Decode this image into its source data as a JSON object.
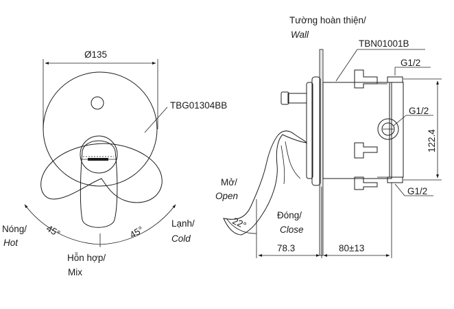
{
  "front_view": {
    "diameter_label": "Ø135",
    "cover_part_label": "TBG01304BB",
    "hot_label": "Nóng/",
    "hot_label_en": "Hot",
    "cold_label": "Lạnh/",
    "cold_label_en": "Cold",
    "mix_label": "Hỗn hợp/",
    "mix_label_en": "Mix",
    "angle_left": "45°",
    "angle_right": "45°"
  },
  "side_view": {
    "wall_label": "Tường hoàn thiện/",
    "wall_label_en": "Wall",
    "body_part_label": "TBN01001B",
    "thread_top": "G1/2",
    "thread_mid": "G1/2",
    "thread_bottom": "G1/2",
    "height_dim": "122.4",
    "open_label": "Mở/",
    "open_label_en": "Open",
    "angle_open": "22°",
    "close_label": "Đóng/",
    "close_label_en": "Close",
    "depth_front_dim": "78.3",
    "depth_back_dim": "80±13"
  }
}
